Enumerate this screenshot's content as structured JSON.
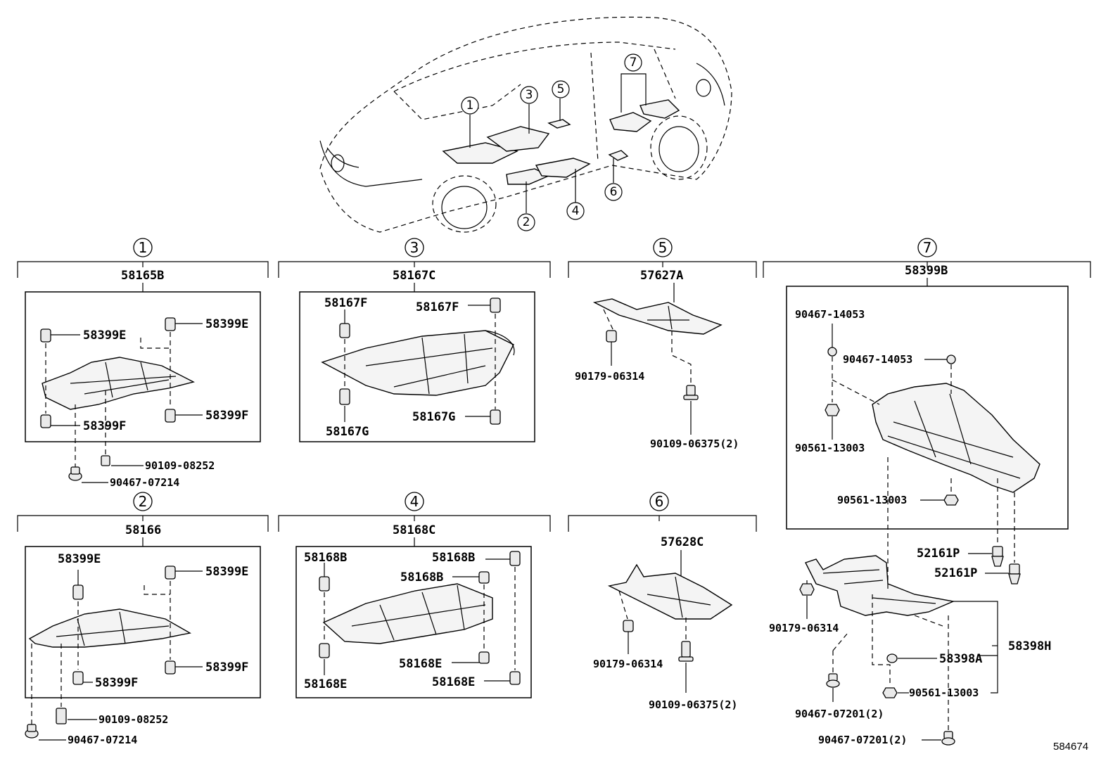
{
  "diagram_code": "584674",
  "overview": {
    "callouts": [
      "①",
      "②",
      "③",
      "④",
      "⑤",
      "⑥",
      "⑦"
    ]
  },
  "groups": {
    "g1": {
      "marker": "①",
      "part": "58165B",
      "labels": [
        "58399E",
        "58399E",
        "58399F",
        "58399F",
        "90109-08252",
        "90467-07214"
      ]
    },
    "g2": {
      "marker": "②",
      "part": "58166",
      "labels": [
        "58399E",
        "58399E",
        "58399F",
        "58399F",
        "90109-08252",
        "90467-07214"
      ]
    },
    "g3": {
      "marker": "③",
      "part": "58167C",
      "labels": [
        "58167F",
        "58167F",
        "58167G",
        "58167G"
      ]
    },
    "g4": {
      "marker": "④",
      "part": "58168C",
      "labels": [
        "58168B",
        "58168B",
        "58168B",
        "58168E",
        "58168E",
        "58168E"
      ]
    },
    "g5": {
      "marker": "⑤",
      "part": "57627A",
      "labels": [
        "90179-06314",
        "90109-06375(2)"
      ]
    },
    "g6": {
      "marker": "⑥",
      "part": "57628C",
      "labels": [
        "90179-06314",
        "90109-06375(2)"
      ]
    },
    "g7": {
      "marker": "⑦",
      "part": "58399B",
      "labels": [
        "90467-14053",
        "90467-14053",
        "90561-13003",
        "90561-13003",
        "52161P",
        "52161P",
        "90179-06314",
        "58398A",
        "58398H",
        "90561-13003",
        "90467-07201(2)",
        "90467-07201(2)"
      ]
    }
  }
}
